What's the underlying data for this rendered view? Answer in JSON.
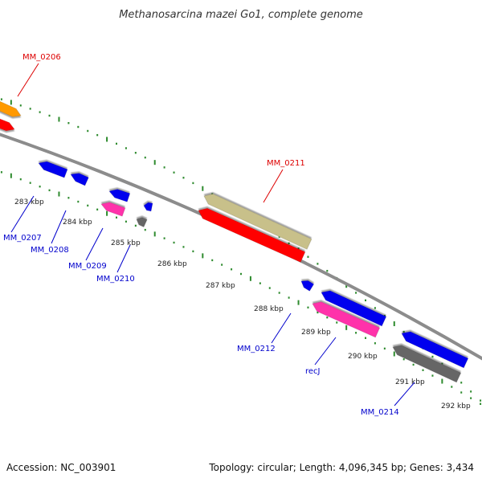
{
  "title": "Methanosarcina mazei Go1, complete genome",
  "footer": {
    "accession": "Accession: NC_003901",
    "summary": "Topology: circular; Length: 4,096,345 bp; Genes: 3,434"
  },
  "colors": {
    "backbone": "#8c8c8c",
    "tick": "#2e8b2e",
    "orange": "#ff9900",
    "red": "#ff0000",
    "blue": "#0000ee",
    "magenta": "#ff33aa",
    "gray": "#666666",
    "khaki": "#c8c08a",
    "label_red": "#dd0000",
    "label_blue": "#0000cc"
  },
  "ticks": [
    {
      "label": "283 kbp"
    },
    {
      "label": "284 kbp"
    },
    {
      "label": "285 kbp"
    },
    {
      "label": "286 kbp"
    },
    {
      "label": "287 kbp"
    },
    {
      "label": "288 kbp"
    },
    {
      "label": "289 kbp"
    },
    {
      "label": "290 kbp"
    },
    {
      "label": "291 kbp"
    },
    {
      "label": "292 kbp"
    }
  ],
  "genes": [
    {
      "label": "MM_0206",
      "strand": "+",
      "color": "orange"
    },
    {
      "label": "MM_0206",
      "strand": "+",
      "color": "red"
    },
    {
      "label": "MM_0207",
      "strand": "-",
      "color": "blue"
    },
    {
      "label": "MM_0208",
      "strand": "-",
      "color": "blue"
    },
    {
      "label": "MM_0209",
      "strand": "-",
      "color": "blue"
    },
    {
      "label": "MM_0209",
      "strand": "-",
      "color": "magenta"
    },
    {
      "label": "MM_0210",
      "strand": "-",
      "color": "blue"
    },
    {
      "label": "MM_0210",
      "strand": "-",
      "color": "gray"
    },
    {
      "label": "MM_0211",
      "strand": "+",
      "color": "khaki"
    },
    {
      "label": "MM_0211",
      "strand": "+",
      "color": "red"
    },
    {
      "label": "MM_0212",
      "strand": "-",
      "color": "blue"
    },
    {
      "label": "recJ",
      "strand": "-",
      "color": "blue"
    },
    {
      "label": "recJ",
      "strand": "-",
      "color": "magenta"
    },
    {
      "label": "MM_0214",
      "strand": "-",
      "color": "blue"
    },
    {
      "label": "MM_0214",
      "strand": "-",
      "color": "gray"
    }
  ],
  "labels": [
    {
      "text": "MM_0206",
      "color": "label_red"
    },
    {
      "text": "MM_0207",
      "color": "label_blue"
    },
    {
      "text": "MM_0208",
      "color": "label_blue"
    },
    {
      "text": "MM_0209",
      "color": "label_blue"
    },
    {
      "text": "MM_0210",
      "color": "label_blue"
    },
    {
      "text": "MM_0211",
      "color": "label_red"
    },
    {
      "text": "MM_0212",
      "color": "label_blue"
    },
    {
      "text": "recJ",
      "color": "label_blue"
    },
    {
      "text": "MM_0214",
      "color": "label_blue"
    }
  ]
}
